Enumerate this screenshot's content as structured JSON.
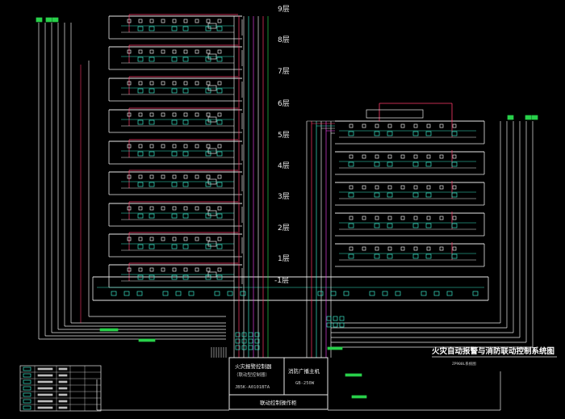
{
  "floors": [
    "9层",
    "8层",
    "7层",
    "6层",
    "5层",
    "4层",
    "3层",
    "2层",
    "1层",
    "-1层"
  ],
  "controller": {
    "title": "火灾报警控制器",
    "sub": "（联动型控制器）",
    "model": "JB5K-A0101BTA"
  },
  "broadcast": {
    "title": "消防广播主机",
    "model": "GB-250W"
  },
  "panel": {
    "title": "联动控制操作柜"
  },
  "drawing": {
    "title": "火灾自动报警与消防联动控制系统图",
    "sub": "ZP900L系统图"
  },
  "colors": {
    "background": "#000000",
    "wire_white": "#e8e8e8",
    "wire_cyan": "#39e6c8",
    "wire_red": "#ff3a6a",
    "wire_green": "#28d04a",
    "wire_magenta": "#e040e0",
    "wire_yellow": "#e8e040"
  }
}
